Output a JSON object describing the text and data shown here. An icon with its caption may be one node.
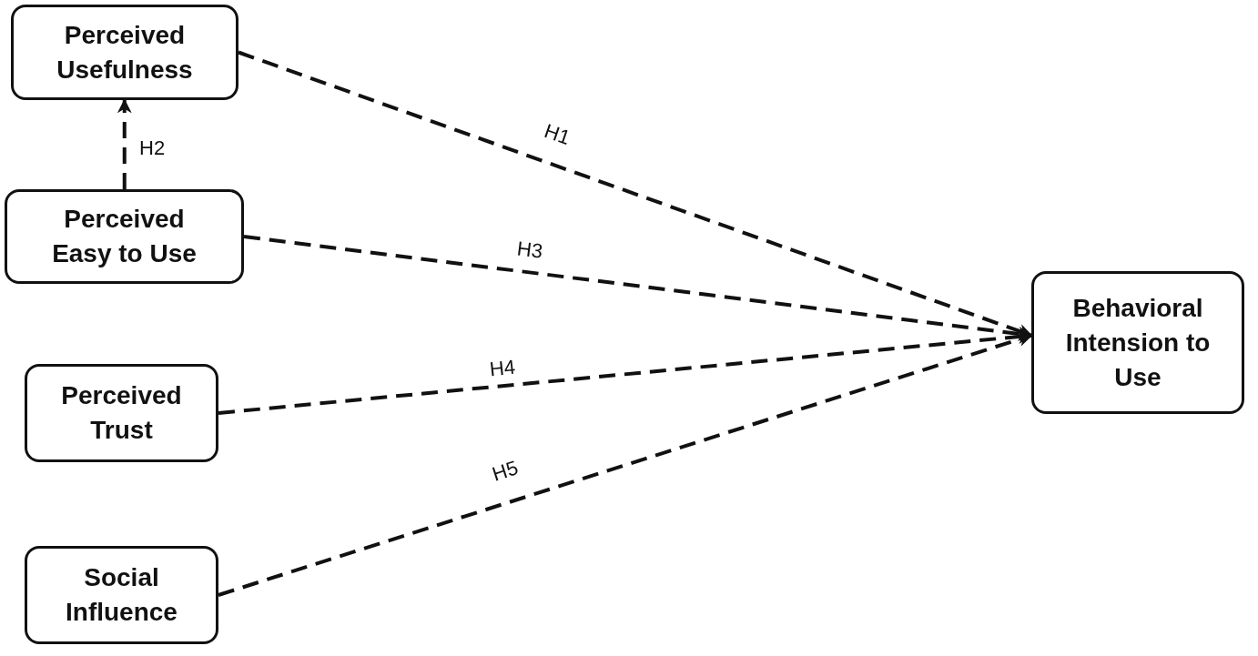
{
  "diagram": {
    "nodes": [
      {
        "text": [
          "Perceived Usefulness"
        ]
      },
      {
        "text": [
          "Perceived Easy to Use"
        ]
      },
      {
        "text": [
          "Perceived Trust"
        ]
      },
      {
        "text": [
          "Social Influence"
        ]
      },
      {
        "text": [
          "Behavioral Intension to Use"
        ]
      }
    ],
    "edges": [
      {
        "from": 0,
        "to": 4,
        "arrow": "to",
        "label": "H1",
        "style": "dashed"
      },
      {
        "from": 1,
        "to": 0,
        "arrow": "to",
        "label": "H2",
        "style": "dashed"
      },
      {
        "from": 1,
        "to": 4,
        "arrow": "to",
        "label": "H3",
        "style": "dashed"
      },
      {
        "from": 2,
        "to": 4,
        "arrow": "to",
        "label": "H4",
        "style": "dashed"
      },
      {
        "from": 3,
        "to": 4,
        "arrow": "to",
        "label": "H5",
        "style": "dashed"
      }
    ]
  }
}
